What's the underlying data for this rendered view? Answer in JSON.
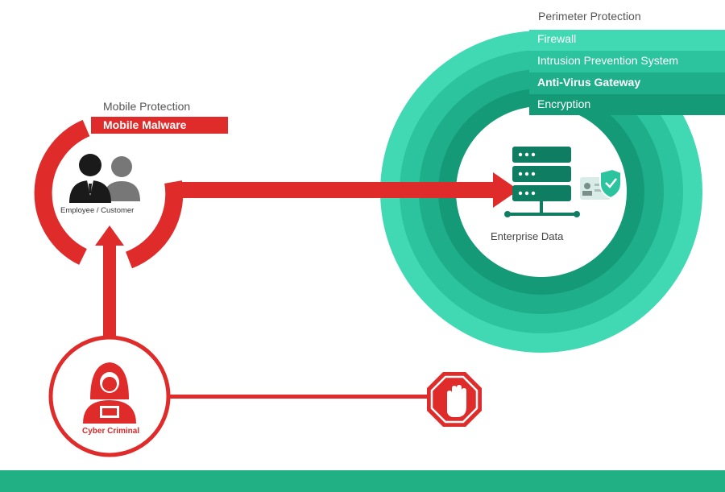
{
  "perimeter": {
    "title": "Perimeter Protection",
    "layers": [
      "Firewall",
      "Intrusion Prevention System",
      "Anti-Virus Gateway",
      "Encryption"
    ]
  },
  "mobile": {
    "title": "Mobile Protection",
    "threat": "Mobile Malware",
    "user_label": "Employee / Customer"
  },
  "enterprise": {
    "label": "Enterprise Data"
  },
  "criminal": {
    "label": "Cyber Criminal"
  },
  "colors": {
    "red": "#e02b2b",
    "green_light": "#40d9b3",
    "green_1": "#2cc49f",
    "green_2": "#1fae8a",
    "green_3": "#159a78",
    "green_dark": "#0f8767",
    "server": "#0e7d62",
    "bottom_bar": "#21b084"
  },
  "icons": [
    "person-pair-icon",
    "server-icon",
    "id-card-shield-icon",
    "hooded-hacker-icon",
    "stop-hand-icon"
  ]
}
